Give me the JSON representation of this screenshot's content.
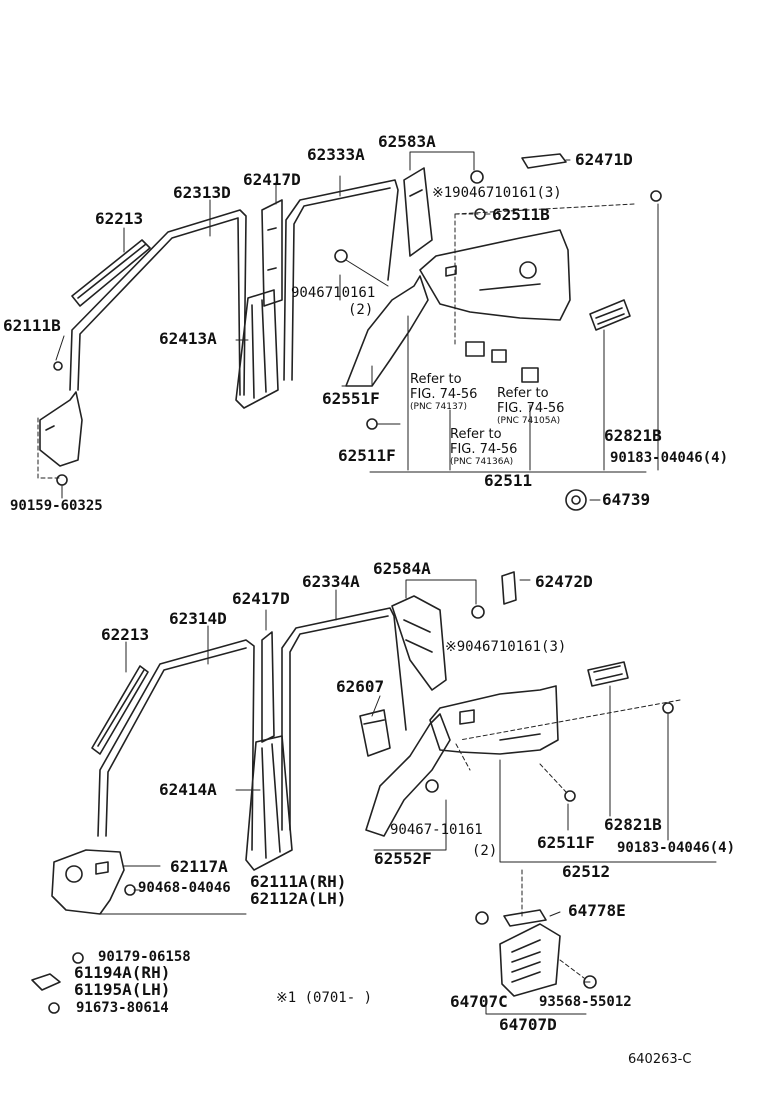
{
  "figure_code": "640263-C",
  "footnote": "※1 (0701-    )",
  "upper": {
    "labels": {
      "p62333A": "62333A",
      "p62583A": "62583A",
      "p62471D": "62471D",
      "p62417D": "62417D",
      "p62313D": "62313D",
      "p9046710161_3": "※19046710161(3)",
      "p62511B": "62511B",
      "p62213": "62213",
      "p9046710161": "9046710161",
      "p9046710161_q": "(2)",
      "p62111B": "62111B",
      "p62413A": "62413A",
      "p62551F": "62551F",
      "p62511F": "62511F",
      "p62821B": "62821B",
      "p90183_04046_4": "90183-04046(4)",
      "p62511": "62511",
      "p64739": "64739",
      "p90159_60325": "90159-60325"
    },
    "refs": [
      {
        "line1": "Refer to",
        "line2": "FIG. 74-56",
        "pnc": "(PNC 74137)"
      },
      {
        "line1": "Refer to",
        "line2": "FIG. 74-56",
        "pnc": "(PNC 74105A)"
      },
      {
        "line1": "Refer to",
        "line2": "FIG. 74-56",
        "pnc": "(PNC 74136A)"
      }
    ]
  },
  "lower": {
    "labels": {
      "p62584A": "62584A",
      "p62334A": "62334A",
      "p62472D": "62472D",
      "p62417D": "62417D",
      "p62314D": "62314D",
      "p9046710161_3": "※9046710161(3)",
      "p62213": "62213",
      "p62607": "62607",
      "p62414A": "62414A",
      "p62821B": "62821B",
      "p90467_10161": "90467-10161",
      "p90467_q": "(2)",
      "p62511F": "62511F",
      "p90183_04046_4": "90183-04046(4)",
      "p62552F": "62552F",
      "p62512": "62512",
      "p62117A": "62117A",
      "p90468_04046": "90468-04046",
      "p62111A": "62111A(RH)",
      "p62112A": "62112A(LH)",
      "p64778E": "64778E",
      "p90179_06158": "90179-06158",
      "p61194A": "61194A(RH)",
      "p61195A": "61195A(LH)",
      "p91673_80614": "91673-80614",
      "p64707C": "64707C",
      "p93568_55012": "93568-55012",
      "p64707D": "64707D"
    }
  }
}
